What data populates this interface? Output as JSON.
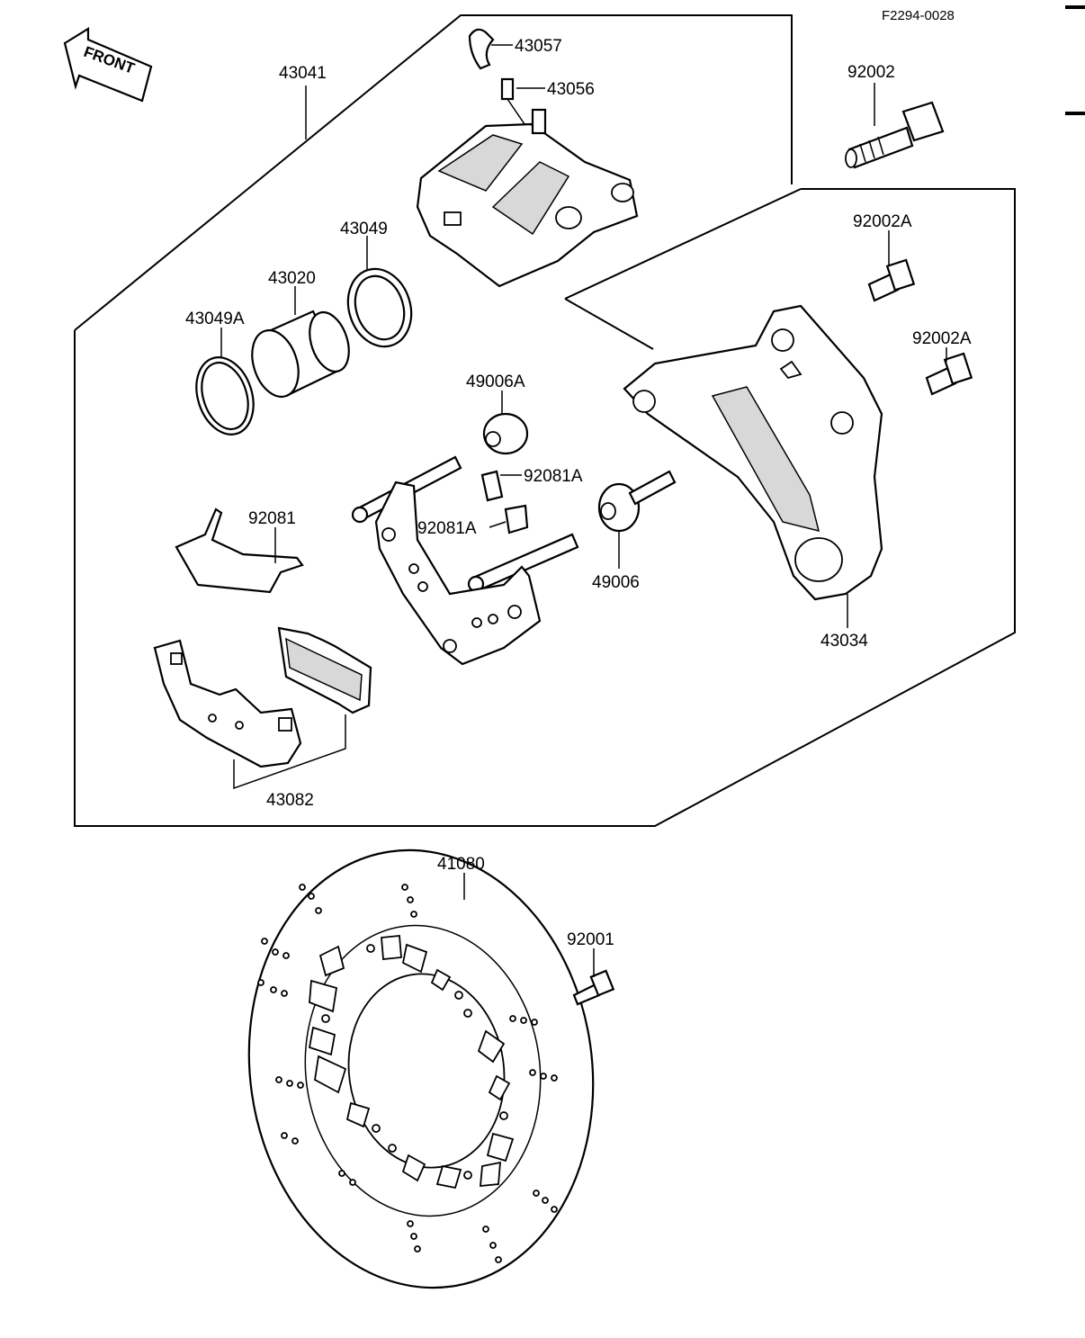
{
  "diagram": {
    "code": "F2294-0028",
    "front_label": "FRONT",
    "labels": {
      "p43057": "43057",
      "p43056": "43056",
      "p43041": "43041",
      "p92002": "92002",
      "p92002A_top": "92002A",
      "p92002A_bottom": "92002A",
      "p43049": "43049",
      "p43020": "43020",
      "p43049A": "43049A",
      "p49006A": "49006A",
      "p92081A_top": "92081A",
      "p92081A_bottom": "92081A",
      "p92081": "92081",
      "p49006": "49006",
      "p43034": "43034",
      "p43082": "43082",
      "p41080": "41080",
      "p92001": "92001"
    }
  }
}
